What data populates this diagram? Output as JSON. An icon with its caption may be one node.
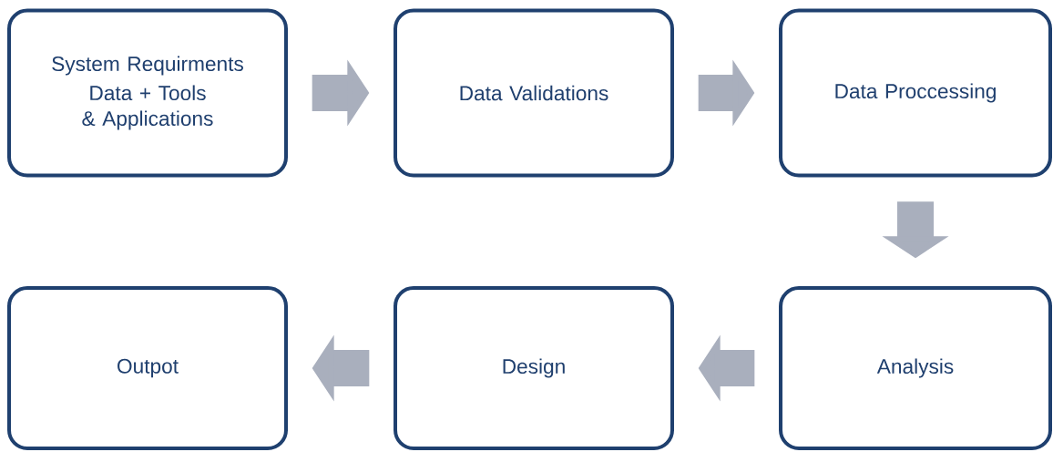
{
  "diagram": {
    "nodes": [
      {
        "text": [
          "System Requirments",
          "Data + Tools & Applications"
        ]
      },
      {
        "text": [
          "Data Validations"
        ]
      },
      {
        "text": [
          "Data Proccessing"
        ]
      },
      {
        "text": [
          "Outpot"
        ]
      },
      {
        "text": [
          "Design"
        ]
      },
      {
        "text": [
          "Analysis"
        ]
      }
    ],
    "edges": [
      {
        "from": 0,
        "to": 1,
        "arrow": "to"
      },
      {
        "from": 1,
        "to": 2,
        "arrow": "to"
      },
      {
        "from": 2,
        "to": 5,
        "arrow": "to"
      },
      {
        "from": 5,
        "to": 4,
        "arrow": "to"
      },
      {
        "from": 4,
        "to": 3,
        "arrow": "to"
      }
    ]
  }
}
